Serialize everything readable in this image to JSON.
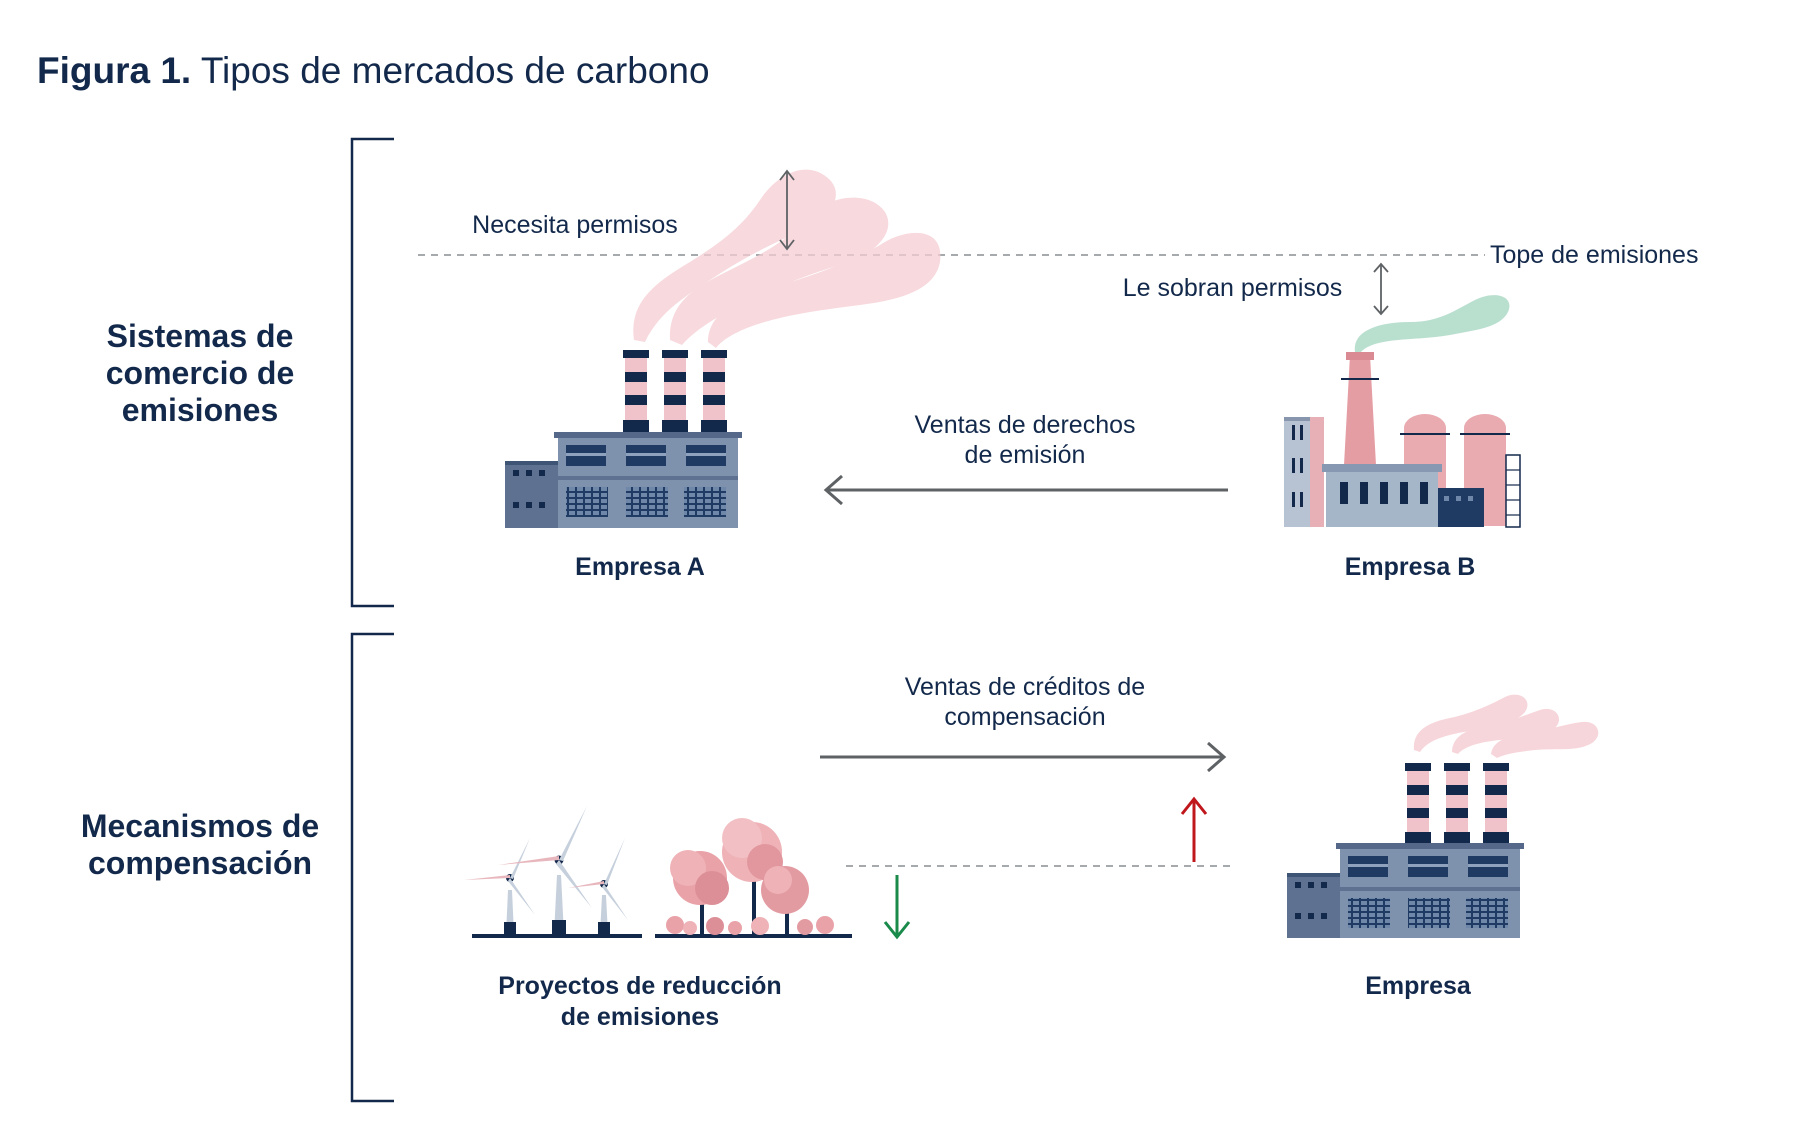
{
  "figure": {
    "label": "Figura 1.",
    "title": "Tipos de mercados de carbono"
  },
  "sections": {
    "trading": {
      "label": "Sistemas de comercio de emisiones",
      "cap_label": "Tope de emisiones",
      "needs_permits": "Necesita permisos",
      "surplus_permits": "Le sobran permisos",
      "sale_label": "Ventas de derechos de emisión",
      "company_a": "Empresa A",
      "company_b": "Empresa B"
    },
    "offset": {
      "label": "Mecanismos de compensación",
      "sale_label": "Ventas de créditos de compensación",
      "projects": "Proyectos de reducción de emisiones",
      "company": "Empresa"
    }
  },
  "colors": {
    "navy": "#13294b",
    "arrow_gray": "#5f6265",
    "smoke_pink": "#f3c9cf",
    "smoke_green": "#b9dfcf",
    "down_arrow": "#1a8a4a",
    "up_arrow": "#c0171c"
  }
}
